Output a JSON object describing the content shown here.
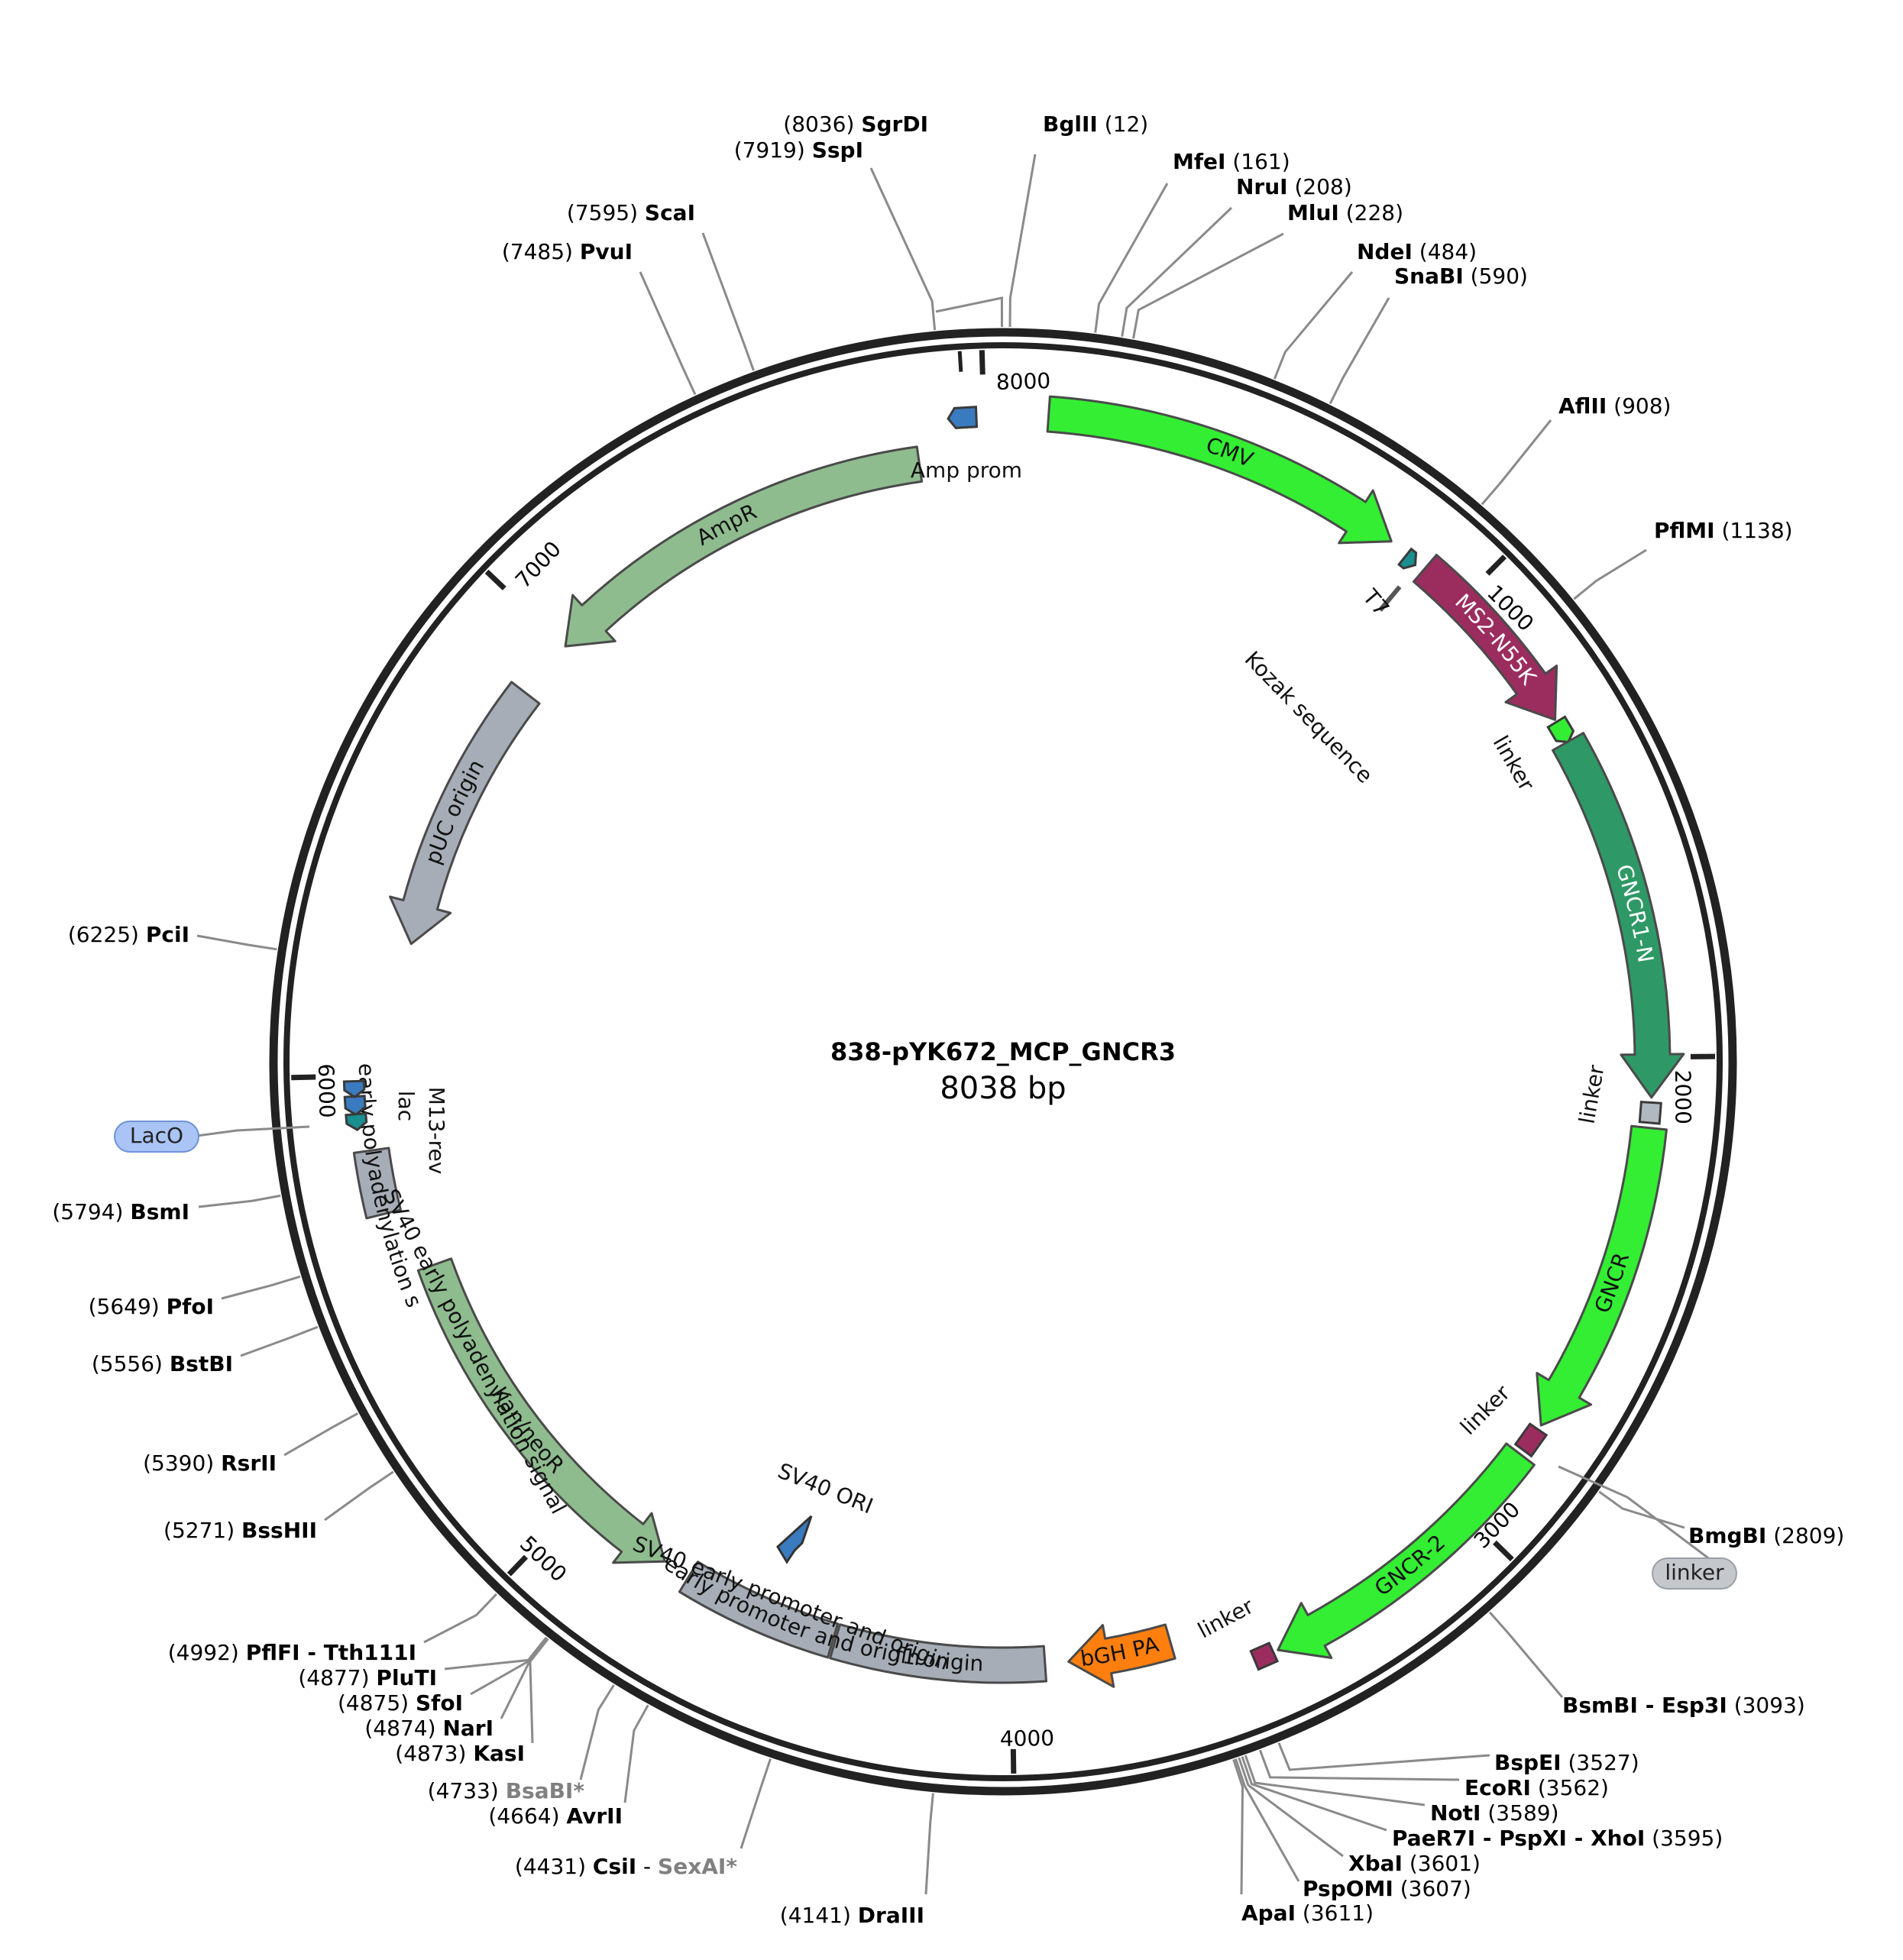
{
  "map": {
    "name": "838-pYK672_MCP_GNCR3",
    "size_label": "8038 bp",
    "total_bp": 8038
  },
  "ticks": [
    {
      "bp": 1000,
      "label": "1000"
    },
    {
      "bp": 2000,
      "label": "2000"
    },
    {
      "bp": 3000,
      "label": "3000"
    },
    {
      "bp": 4000,
      "label": "4000"
    },
    {
      "bp": 5000,
      "label": "5000"
    },
    {
      "bp": 6000,
      "label": "6000"
    },
    {
      "bp": 7000,
      "label": "7000"
    },
    {
      "bp": 8000,
      "label": "8000"
    }
  ],
  "features": [
    {
      "id": "cmv",
      "label": "CMV",
      "start": 90,
      "end": 820,
      "dir": 1,
      "color": "#33ee33",
      "kind": "arrow",
      "label_color": "#111111"
    },
    {
      "id": "t7",
      "label": "T7",
      "start": 860,
      "end": 880,
      "dir": 1,
      "color": "#1a8f8f",
      "kind": "small",
      "label_color": "#111111"
    },
    {
      "id": "kozak",
      "label": "Kozak sequence",
      "start": 890,
      "end": 900,
      "dir": 0,
      "color": "#555555",
      "kind": "tick",
      "label_color": "#111111"
    },
    {
      "id": "ms2",
      "label": "MS2-N55K",
      "start": 905,
      "end": 1300,
      "dir": 1,
      "color": "#9b2d5e",
      "kind": "arrow",
      "label_color": "#ffffff"
    },
    {
      "id": "linker1",
      "label": "linker",
      "start": 1305,
      "end": 1345,
      "dir": 1,
      "color": "#33ee33",
      "kind": "small",
      "label_color": "#111111"
    },
    {
      "id": "gncr1n",
      "label": "GNCR1-N",
      "start": 1350,
      "end": 2080,
      "dir": 1,
      "color": "#2e9966",
      "kind": "arrow",
      "label_color": "#ffffff"
    },
    {
      "id": "linker2",
      "label": "linker",
      "start": 2090,
      "end": 2130,
      "dir": 0,
      "color": "#b0b8c0",
      "kind": "small",
      "label_color": "#111111"
    },
    {
      "id": "gncr",
      "label": "GNCR",
      "start": 2140,
      "end": 2770,
      "dir": 1,
      "color": "#33ee33",
      "kind": "arrow",
      "label_color": "#111111"
    },
    {
      "id": "linker3",
      "label": "linker",
      "start": 2780,
      "end": 2830,
      "dir": 0,
      "color": "#9b2d5e",
      "kind": "small",
      "label_color": "#111111"
    },
    {
      "id": "gncr2",
      "label": "GNCR-2",
      "start": 2840,
      "end": 3460,
      "dir": 1,
      "color": "#33ee33",
      "kind": "arrow",
      "label_color": "#111111"
    },
    {
      "id": "linker4",
      "label": "linker",
      "start": 3470,
      "end": 3510,
      "dir": 0,
      "color": "#9b2d5e",
      "kind": "small",
      "label_color": "#111111"
    },
    {
      "id": "bghpa",
      "label": "bGH PA",
      "start": 3660,
      "end": 3880,
      "dir": 1,
      "color": "#ff7f0e",
      "kind": "arrow",
      "label_color": "#111111"
    },
    {
      "id": "f1",
      "label": "f1 origin",
      "start": 3930,
      "end": 4380,
      "dir": 0,
      "color": "#a6adb6",
      "kind": "block",
      "label_color": "#111111"
    },
    {
      "id": "sv40prom",
      "label": "SV40 early promoter and origin",
      "start": 4385,
      "end": 4720,
      "dir": 0,
      "color": "#a6adb6",
      "kind": "block",
      "label_color": "#111111"
    },
    {
      "id": "kanneo",
      "label": "Kan/neoR",
      "start": 4780,
      "end": 5590,
      "dir": -1,
      "color": "#8fbc8f",
      "kind": "arrow",
      "label_color": "#111111"
    },
    {
      "id": "sv40pa",
      "label": "SV40 early polyadenylation signal",
      "start": 5720,
      "end": 5850,
      "dir": 0,
      "color": "#a6adb6",
      "kind": "block",
      "label_color": "#111111"
    },
    {
      "id": "lac",
      "label": "lac",
      "start": 5930,
      "end": 5960,
      "dir": -1,
      "color": "#3a7bbf",
      "kind": "small",
      "label_color": "#111111"
    },
    {
      "id": "m13rev",
      "label": "M13-rev",
      "start": 5965,
      "end": 5990,
      "dir": -1,
      "color": "#3a7bbf",
      "kind": "small",
      "label_color": "#111111"
    },
    {
      "id": "lacsmall",
      "label": "",
      "start": 5900,
      "end": 5925,
      "dir": -1,
      "color": "#1a8f8f",
      "kind": "small",
      "label_color": "#111111"
    },
    {
      "id": "puc",
      "label": "pUC origin",
      "start": 6280,
      "end": 6870,
      "dir": -1,
      "color": "#a6adb6",
      "kind": "arrow",
      "label_color": "#111111"
    },
    {
      "id": "ampr",
      "label": "AmpR",
      "start": 7000,
      "end": 7860,
      "dir": -1,
      "color": "#8fbc8f",
      "kind": "arrow",
      "label_color": "#111111"
    },
    {
      "id": "ampprom",
      "label": "Amp prom",
      "start": 7935,
      "end": 7985,
      "dir": -1,
      "color": "#3a7bbf",
      "kind": "small",
      "label_color": "#111111"
    }
  ],
  "standalone_features": [
    {
      "id": "sv40ori",
      "label": "SV40 ORI",
      "color": "#3a7bbf"
    }
  ],
  "boxed_labels": [
    {
      "id": "laco",
      "label": "LacO",
      "bp": 5990,
      "color": "#a9c4f5",
      "border": "#6f93d6"
    },
    {
      "id": "linkerbox",
      "label": "linker",
      "bp": 2825,
      "color": "#c4c8cc",
      "border": "#9aa0a6"
    }
  ],
  "sites": [
    {
      "name": "SgrDI",
      "pos": 8036,
      "name_first": false,
      "unique": true
    },
    {
      "name": "BglII",
      "pos": 12,
      "name_first": true,
      "unique": true
    },
    {
      "name": "SspI",
      "pos": 7919,
      "name_first": false,
      "unique": true
    },
    {
      "name": "MfeI",
      "pos": 161,
      "name_first": true,
      "unique": true
    },
    {
      "name": "NruI",
      "pos": 208,
      "name_first": true,
      "unique": true
    },
    {
      "name": "MluI",
      "pos": 228,
      "name_first": true,
      "unique": true
    },
    {
      "name": "ScaI",
      "pos": 7595,
      "name_first": false,
      "unique": true
    },
    {
      "name": "PvuI",
      "pos": 7485,
      "name_first": false,
      "unique": true
    },
    {
      "name": "NdeI",
      "pos": 484,
      "name_first": true,
      "unique": true
    },
    {
      "name": "SnaBI",
      "pos": 590,
      "name_first": true,
      "unique": true
    },
    {
      "name": "AflII",
      "pos": 908,
      "name_first": true,
      "unique": true
    },
    {
      "name": "PflMI",
      "pos": 1138,
      "name_first": true,
      "unique": true
    },
    {
      "name": "PciI",
      "pos": 6225,
      "name_first": false,
      "unique": true
    },
    {
      "name": "BsmI",
      "pos": 5794,
      "name_first": false,
      "unique": true
    },
    {
      "name": "PfoI",
      "pos": 5649,
      "name_first": false,
      "unique": true
    },
    {
      "name": "BstBI",
      "pos": 5556,
      "name_first": false,
      "unique": true
    },
    {
      "name": "RsrII",
      "pos": 5390,
      "name_first": false,
      "unique": true
    },
    {
      "name": "BssHII",
      "pos": 5271,
      "name_first": false,
      "unique": true
    },
    {
      "name": "BmgBI",
      "pos": 2809,
      "name_first": true,
      "unique": true
    },
    {
      "name": "BsmBI - Esp3I",
      "pos": 3093,
      "name_first": true,
      "unique": true
    },
    {
      "name": "BspEI",
      "pos": 3527,
      "name_first": true,
      "unique": true
    },
    {
      "name": "EcoRI",
      "pos": 3562,
      "name_first": true,
      "unique": true
    },
    {
      "name": "NotI",
      "pos": 3589,
      "name_first": true,
      "unique": true
    },
    {
      "name": "PaeR7I - PspXI - XhoI",
      "pos": 3595,
      "name_first": true,
      "unique": true
    },
    {
      "name": "XbaI",
      "pos": 3601,
      "name_first": true,
      "unique": true
    },
    {
      "name": "PspOMI",
      "pos": 3607,
      "name_first": true,
      "unique": true
    },
    {
      "name": "ApaI",
      "pos": 3611,
      "name_first": true,
      "unique": true
    },
    {
      "name": "PflFI - Tth111I",
      "pos": 4992,
      "name_first": false,
      "unique": true
    },
    {
      "name": "PluTI",
      "pos": 4877,
      "name_first": false,
      "unique": true
    },
    {
      "name": "SfoI",
      "pos": 4875,
      "name_first": false,
      "unique": true
    },
    {
      "name": "NarI",
      "pos": 4874,
      "name_first": false,
      "unique": true
    },
    {
      "name": "KasI",
      "pos": 4873,
      "name_first": false,
      "unique": true
    },
    {
      "name": "BsaBI*",
      "pos": 4733,
      "name_first": false,
      "unique": false
    },
    {
      "name": "AvrII",
      "pos": 4664,
      "name_first": false,
      "unique": true
    },
    {
      "name": "CsiI - SexAI*",
      "pos": 4431,
      "name_first": false,
      "unique": true
    },
    {
      "name": "DraIII",
      "pos": 4141,
      "name_first": false,
      "unique": true
    }
  ],
  "colors": {
    "backbone": "#222222",
    "site_line": "#808080",
    "outline": "#4a4a4a"
  }
}
